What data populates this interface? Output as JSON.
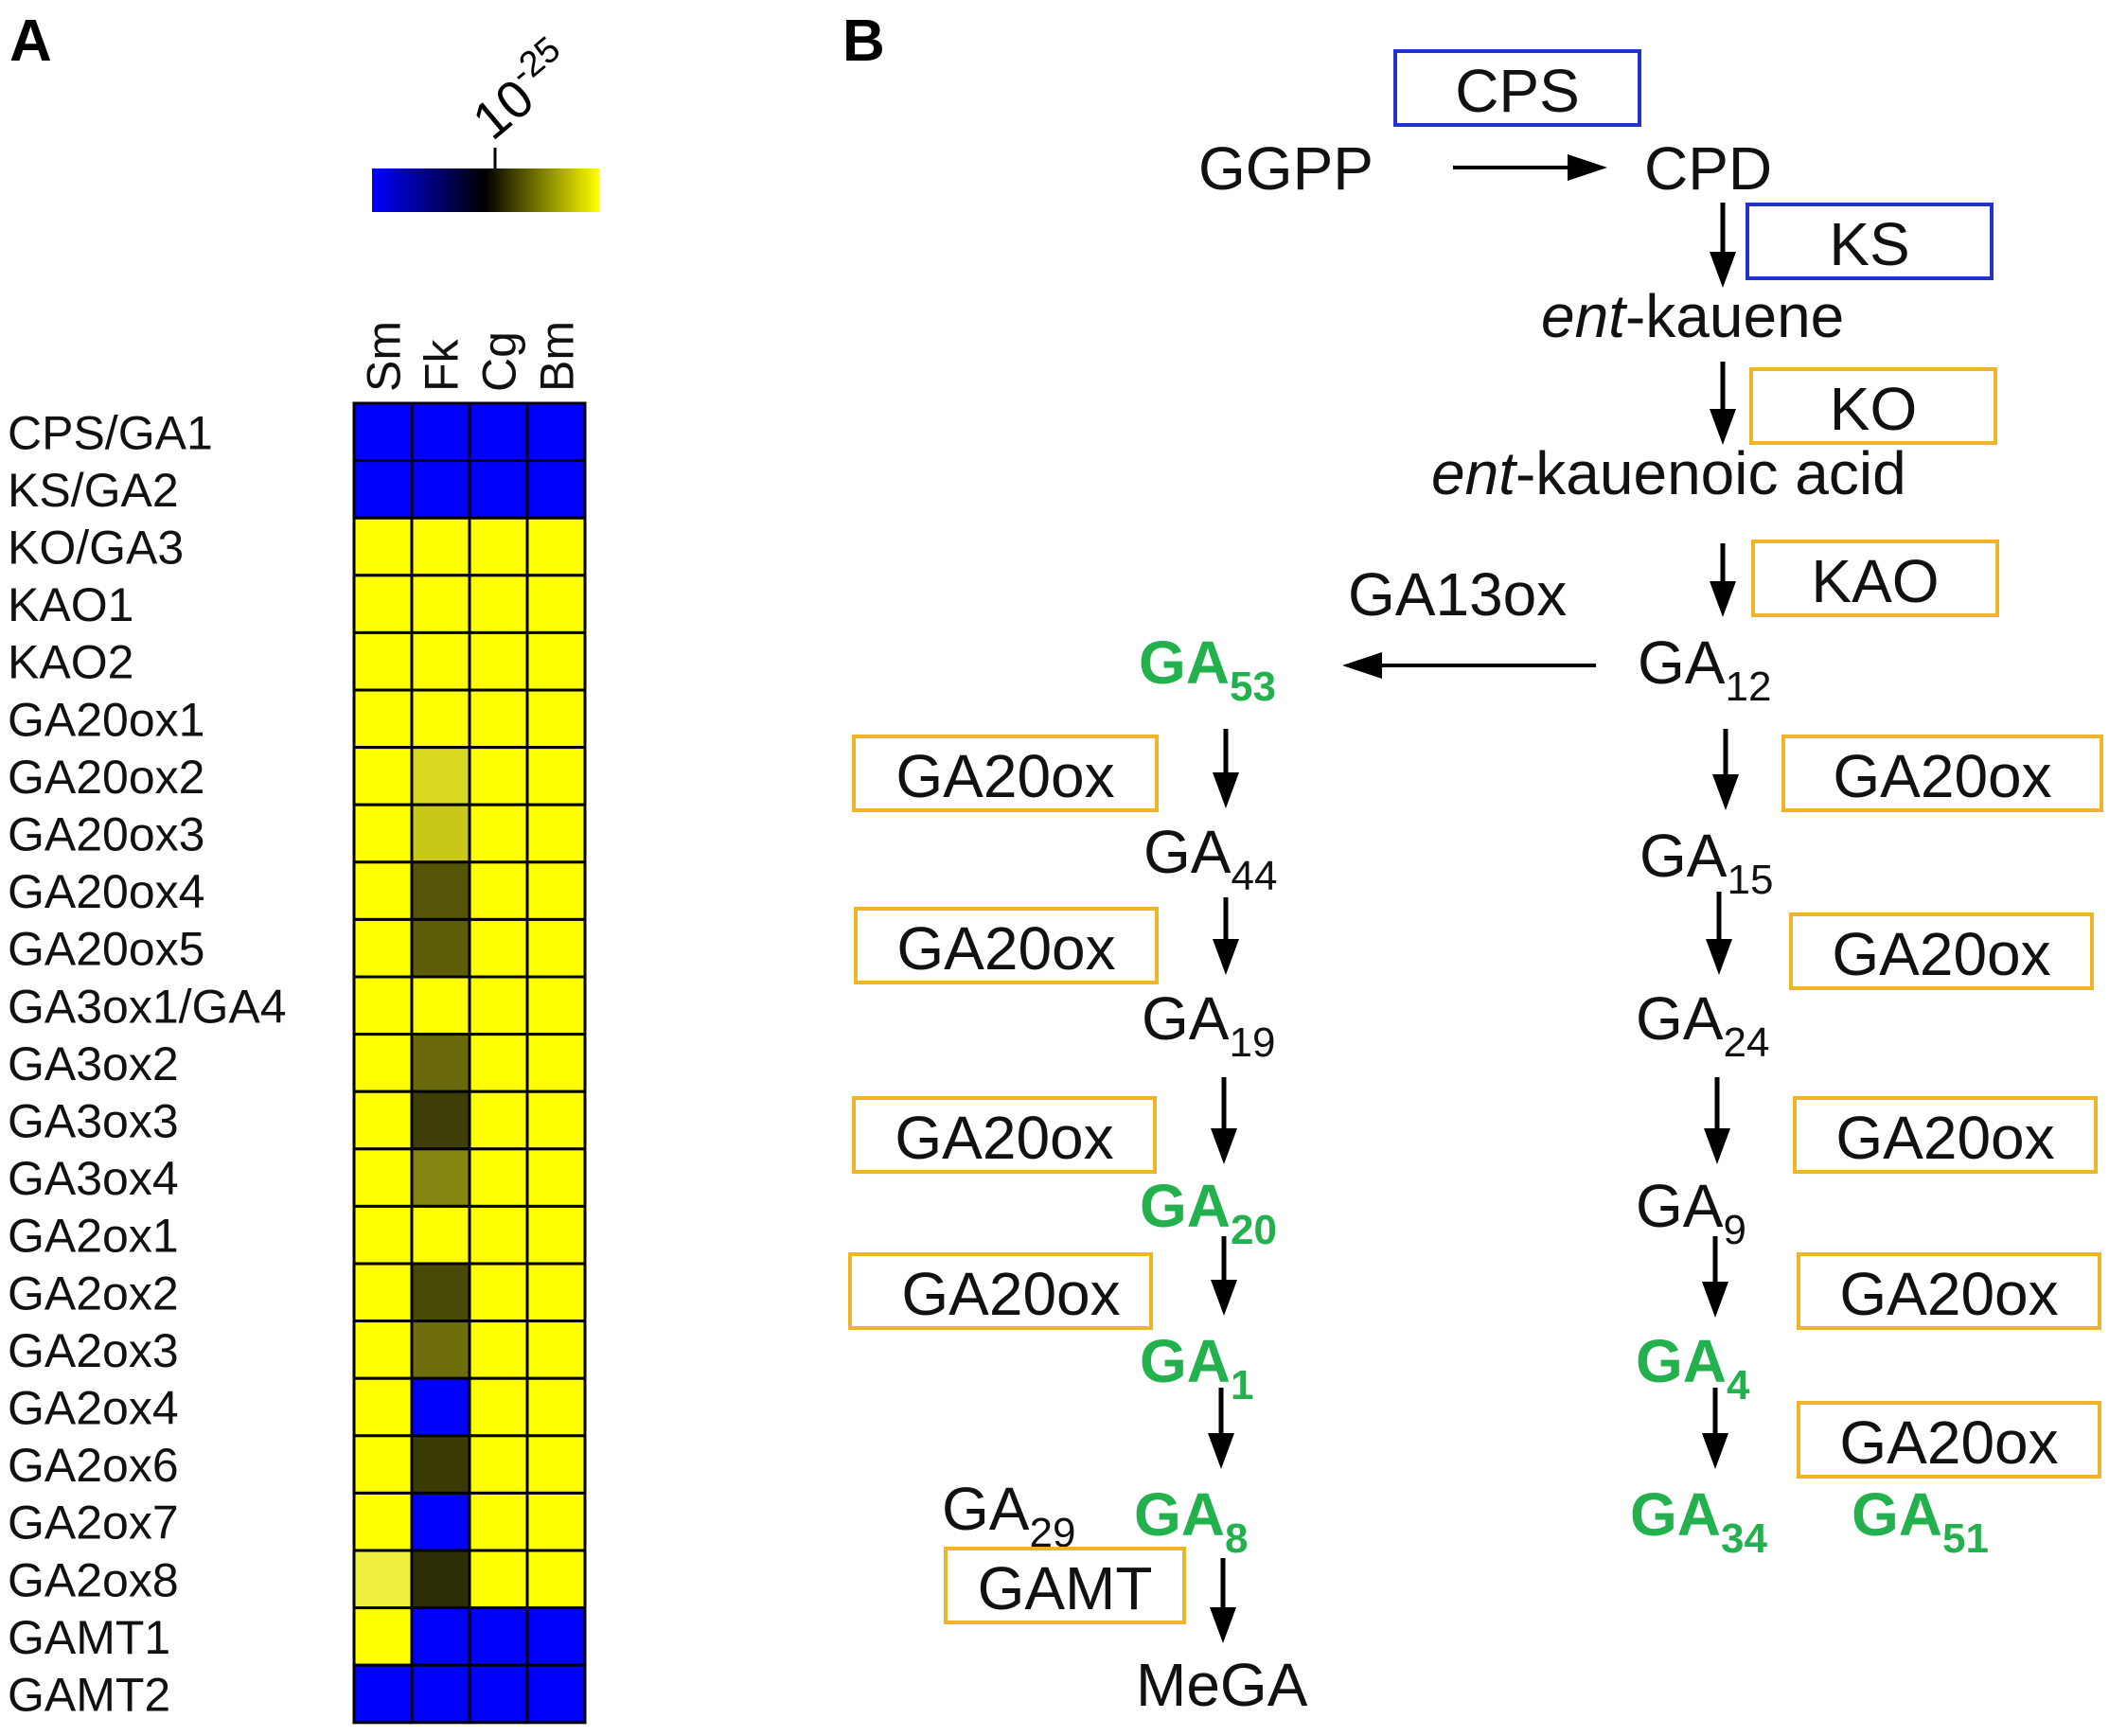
{
  "panelA": {
    "label": "A",
    "colorbar": {
      "tick_label_base": "10",
      "tick_label_exp": "-25",
      "colors": [
        "#0000ff",
        "#000000",
        "#ffff00"
      ]
    },
    "columns": [
      "Sm",
      "Fk",
      "Cg",
      "Bm"
    ],
    "rows": [
      "CPS/GA1",
      "KS/GA2",
      "KO/GA3",
      "KAO1",
      "KAO2",
      "GA20ox1",
      "GA20ox2",
      "GA20ox3",
      "GA20ox4",
      "GA20ox5",
      "GA3ox1/GA4",
      "GA3ox2",
      "GA3ox3",
      "GA3ox4",
      "GA2ox1",
      "GA2ox2",
      "GA2ox3",
      "GA2ox4",
      "GA2ox6",
      "GA2ox7",
      "GA2ox8",
      "GAMT1",
      "GAMT2"
    ],
    "cell_colors": [
      [
        "#0000ff",
        "#0000ff",
        "#0000ff",
        "#0000ff"
      ],
      [
        "#0000ff",
        "#0000ff",
        "#0000ff",
        "#0000ff"
      ],
      [
        "#ffff00",
        "#ffff00",
        "#ffff00",
        "#ffff00"
      ],
      [
        "#ffff00",
        "#ffff00",
        "#ffff00",
        "#ffff00"
      ],
      [
        "#ffff00",
        "#ffff00",
        "#ffff00",
        "#ffff00"
      ],
      [
        "#ffff00",
        "#ffff00",
        "#ffff00",
        "#ffff00"
      ],
      [
        "#ffff00",
        "#d8d820",
        "#ffff00",
        "#ffff00"
      ],
      [
        "#ffff00",
        "#c8c818",
        "#ffff00",
        "#ffff00"
      ],
      [
        "#ffff00",
        "#555508",
        "#ffff00",
        "#ffff00"
      ],
      [
        "#ffff00",
        "#5e5e0a",
        "#ffff00",
        "#ffff00"
      ],
      [
        "#ffff00",
        "#ffff00",
        "#ffff00",
        "#ffff00"
      ],
      [
        "#ffff00",
        "#6a6a0c",
        "#ffff00",
        "#ffff00"
      ],
      [
        "#ffff00",
        "#3e3e06",
        "#ffff00",
        "#ffff00"
      ],
      [
        "#ffff00",
        "#85850f",
        "#ffff00",
        "#ffff00"
      ],
      [
        "#ffff00",
        "#ffff00",
        "#ffff00",
        "#ffff00"
      ],
      [
        "#ffff00",
        "#4a4a08",
        "#ffff00",
        "#ffff00"
      ],
      [
        "#ffff00",
        "#6e6e0c",
        "#ffff00",
        "#ffff00"
      ],
      [
        "#ffff00",
        "#0000ff",
        "#ffff00",
        "#ffff00"
      ],
      [
        "#ffff00",
        "#3a3a05",
        "#ffff00",
        "#ffff00"
      ],
      [
        "#ffff00",
        "#0000ff",
        "#ffff00",
        "#ffff00"
      ],
      [
        "#f0f040",
        "#2e2e04",
        "#ffff00",
        "#ffff00"
      ],
      [
        "#ffff00",
        "#0000ff",
        "#0000ff",
        "#0000ff"
      ],
      [
        "#0000ff",
        "#0000ff",
        "#0000ff",
        "#0000ff"
      ]
    ]
  },
  "panelB": {
    "label": "B",
    "colors": {
      "product": "#22b14c",
      "enzyme_blue": "#2233cc",
      "enzyme_orange": "#f0b429",
      "text": "#111111"
    },
    "compounds": {
      "ggpp": "GGPP",
      "cpd": "CPD",
      "ent_kauene_italic": "ent",
      "ent_kauene_rest": "-kauene",
      "ent_kauenoic_italic": "ent",
      "ent_kauenoic_rest": "-kauenoic acid",
      "ga_prefix": "GA",
      "ga12_sub": "12",
      "ga53_sub": "53",
      "ga44_sub": "44",
      "ga15_sub": "15",
      "ga19_sub": "19",
      "ga24_sub": "24",
      "ga20_sub": "20",
      "ga9_sub": "9",
      "ga1_sub": "1",
      "ga4_sub": "4",
      "ga29_sub": "29",
      "ga8_sub": "8",
      "ga34_sub": "34",
      "ga51_sub": "51",
      "mega": "MeGA"
    },
    "enzymes": {
      "cps": "CPS",
      "ks": "KS",
      "ko": "KO",
      "kao": "KAO",
      "ga13ox": "GA13ox",
      "ga20ox": "GA20ox",
      "gamt": "GAMT"
    }
  }
}
